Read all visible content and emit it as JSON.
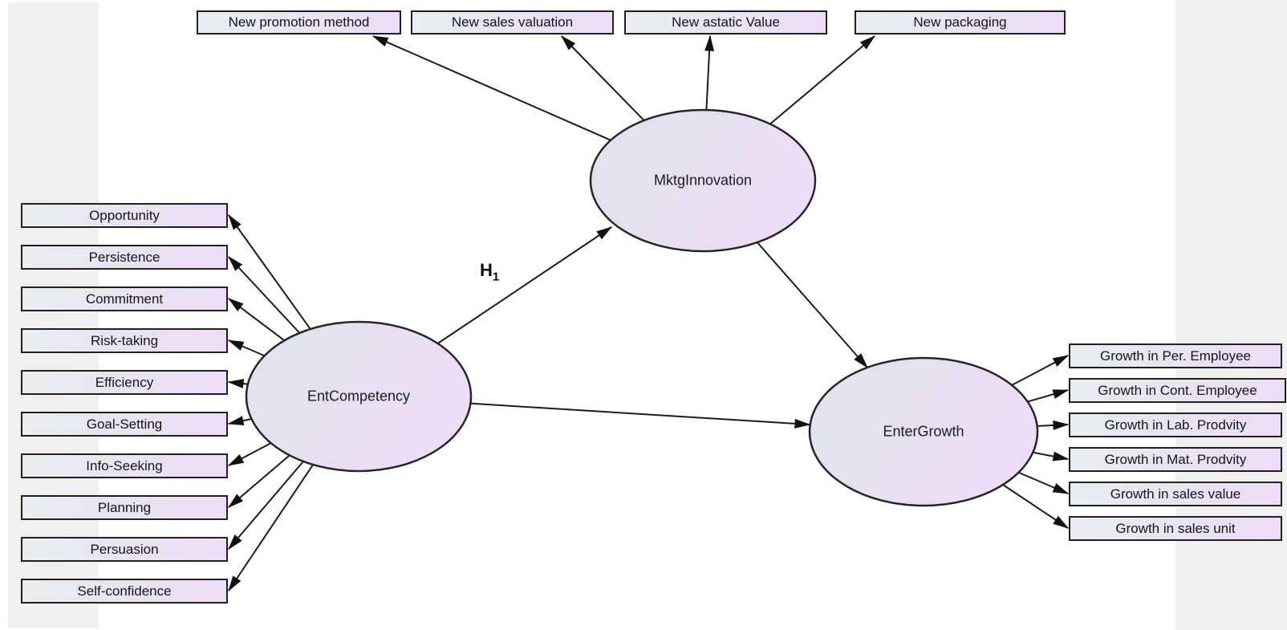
{
  "diagram": {
    "hypothesis_label": {
      "text": "H",
      "sub": "1"
    },
    "latent": {
      "mktg": "MktgInnovation",
      "ent": "EntCompetency",
      "growth": "EnterGrowth"
    },
    "top_indicators": [
      "New promotion method",
      "New sales valuation",
      "New astatic Value",
      "New packaging"
    ],
    "left_indicators": [
      "Opportunity",
      "Persistence",
      "Commitment",
      "Risk-taking",
      "Efficiency",
      "Goal-Setting",
      "Info-Seeking",
      "Planning",
      "Persuasion",
      "Self-confidence"
    ],
    "right_indicators": [
      "Growth in Per. Employee",
      "Growth in Cont. Employee",
      "Growth in Lab. Prodvity",
      "Growth in Mat. Prodvity",
      "Growth in sales value",
      "Growth in sales unit"
    ],
    "colors": {
      "box_gradient_left": "#e8eef1",
      "box_gradient_right": "#eedcf6",
      "ellipse_gradient_left": "#dee5ee",
      "ellipse_gradient_right": "#eedcf7",
      "border": "#202020",
      "arrow": "#1c1c1c",
      "page_margin_stripe": "#efefef",
      "background": "#ffffff"
    }
  }
}
